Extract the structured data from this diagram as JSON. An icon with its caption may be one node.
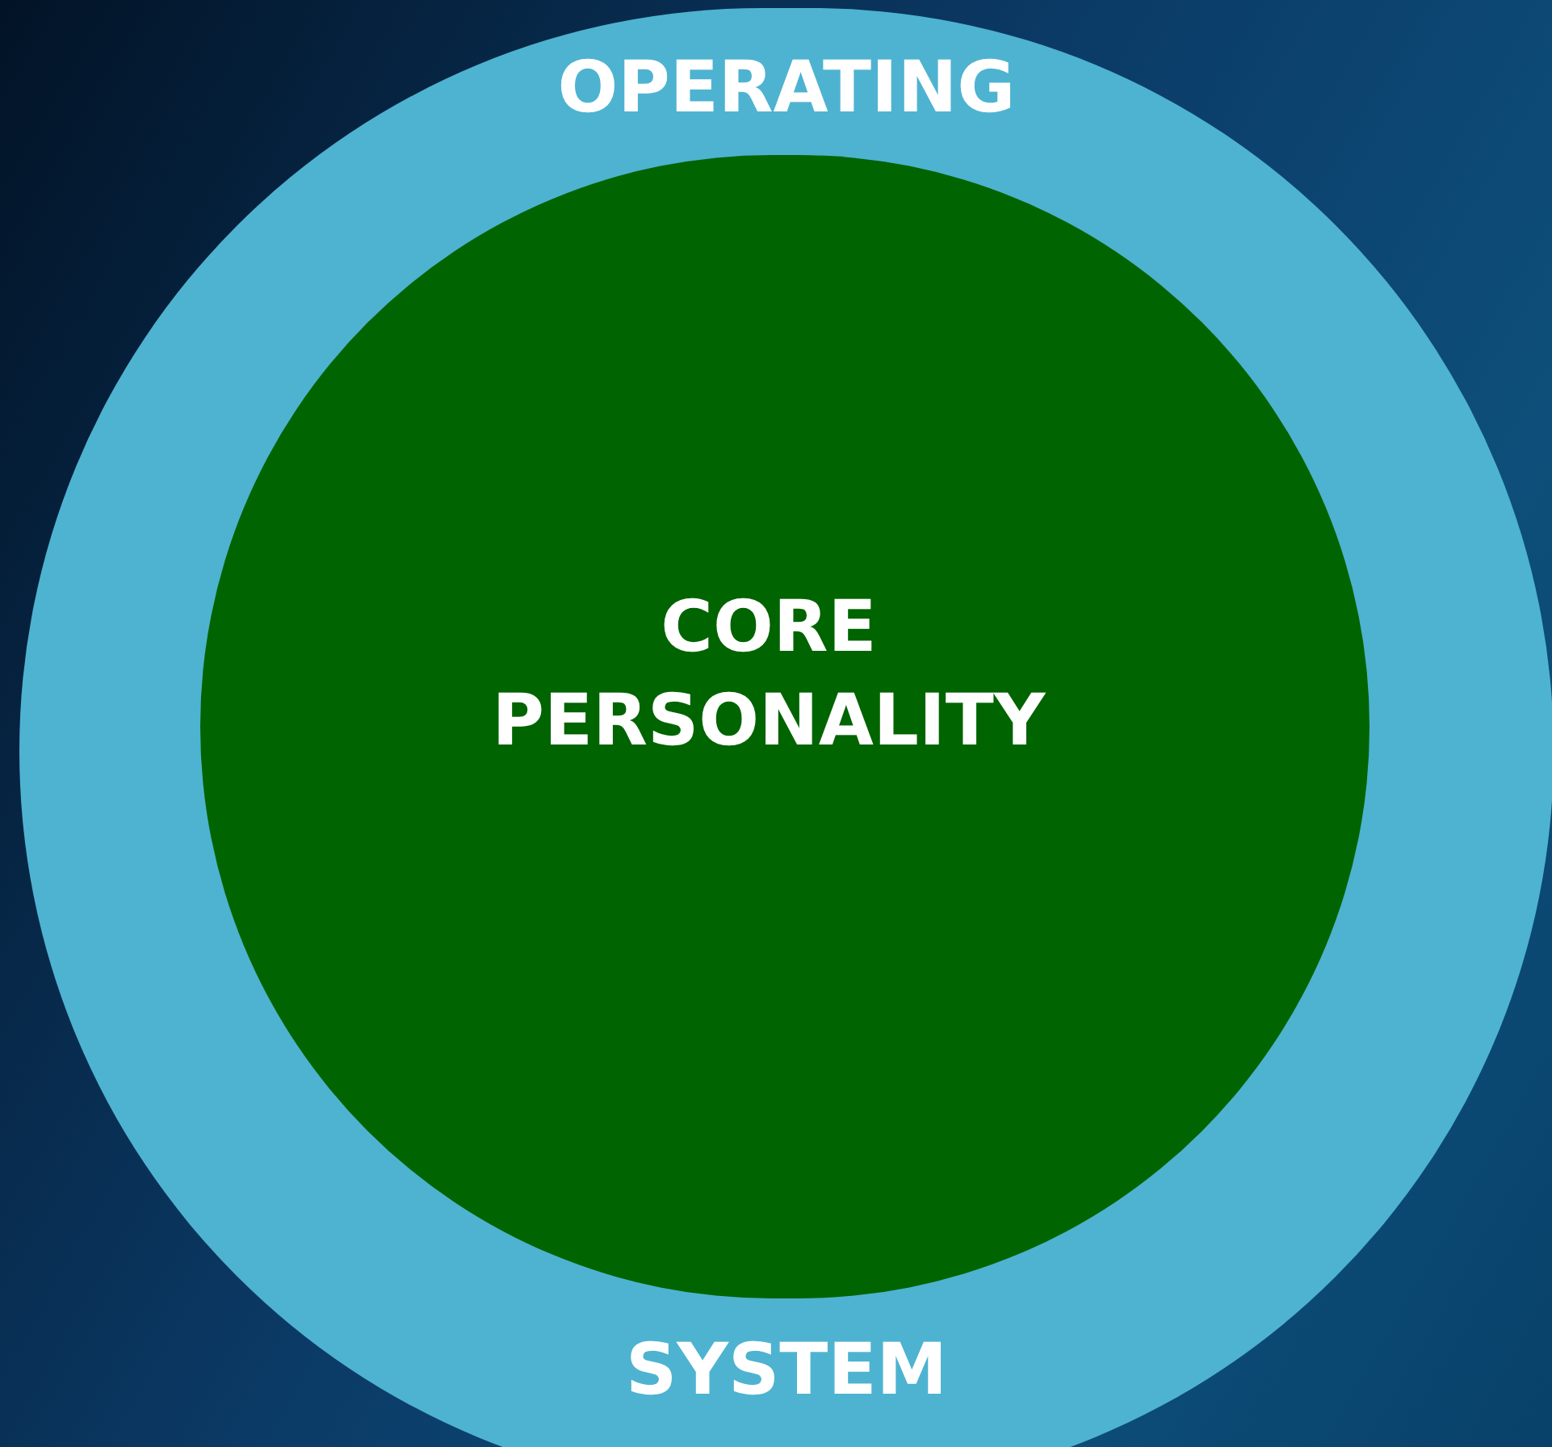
{
  "diagram": {
    "nodes": [
      {
        "text": [
          "OPERATING",
          "SYSTEM"
        ]
      },
      {
        "text": [
          "CORE PERSONALITY"
        ],
        "in": 0
      }
    ]
  }
}
